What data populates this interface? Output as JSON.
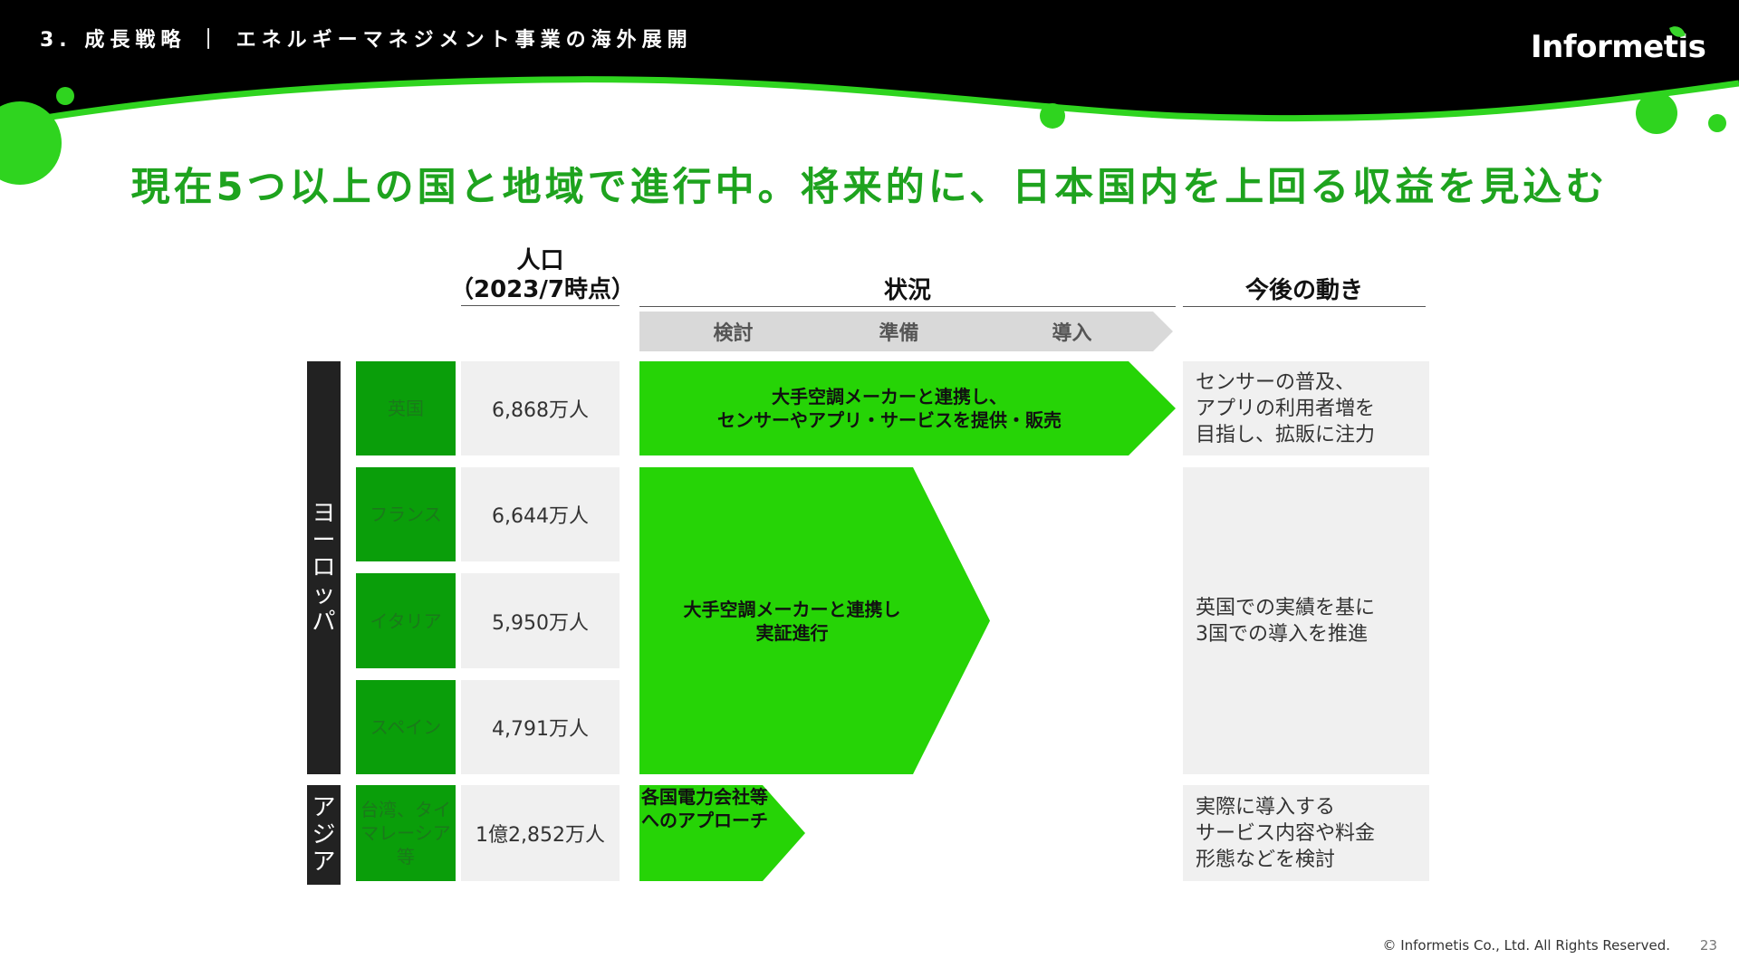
{
  "header": {
    "section": "3. 成長戦略 ｜ エネルギーマネジメント事業の海外展開",
    "logo": "Informetis"
  },
  "headline": "現在5つ以上の国と地域で進行中。将来的に、日本国内を上回る収益を見込む",
  "columns": {
    "population_line1": "人口",
    "population_line2": "（2023/7時点）",
    "status": "状況",
    "future": "今後の動き"
  },
  "stages": [
    "検討",
    "準備",
    "導入"
  ],
  "regions": {
    "europe": [
      "ヨ",
      "ー",
      "ロ",
      "ッ",
      "パ"
    ],
    "asia": [
      "ア",
      "ジ",
      "ア"
    ]
  },
  "rows": [
    {
      "country": "英国",
      "population": "6,868万人"
    },
    {
      "country": "フランス",
      "population": "6,644万人"
    },
    {
      "country": "イタリア",
      "population": "5,950万人"
    },
    {
      "country": "スペイン",
      "population": "4,791万人"
    },
    {
      "country_lines": [
        "台湾、タイ",
        "マレーシア",
        "等"
      ],
      "population": "1億2,852万人"
    }
  ],
  "status_arrows": {
    "uk": [
      "大手空調メーカーと連携し、",
      "センサーやアプリ・サービスを提供・販売"
    ],
    "eu": [
      "大手空調メーカーと連携し",
      "実証進行"
    ],
    "asia": [
      "各国電力会社等",
      "へのアプローチ"
    ]
  },
  "future": {
    "uk": [
      "センサーの普及、",
      "アプリの利用者増を",
      "目指し、拡販に注力"
    ],
    "eu": [
      "英国での実績を基に",
      "3国での導入を推進"
    ],
    "asia": [
      "実際に導入する",
      "サービス内容や料金",
      "形態などを検討"
    ]
  },
  "footer": {
    "copyright": "© Informetis Co., Ltd. All Rights Reserved.",
    "page": "23"
  },
  "colors": {
    "accent_green": "#26d406",
    "headline_green": "#1ea31e",
    "country_green": "#0a9e0a",
    "header_black": "#000000"
  }
}
